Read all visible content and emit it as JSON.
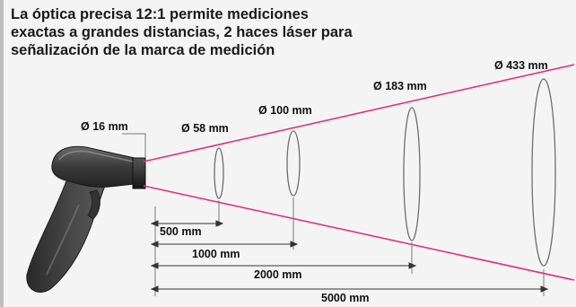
{
  "headline": {
    "lines": [
      "La óptica precisa 12:1 permite mediciones",
      "exactas a grandes distancias, 2 haces láser para",
      "señalización de la marca de medición"
    ]
  },
  "optics": {
    "ratio": "12:1",
    "spot_labels": [
      "Ø 16 mm",
      "Ø 58 mm",
      "Ø 100 mm",
      "Ø 183 mm",
      "Ø 433 mm"
    ],
    "distance_labels": [
      "500 mm",
      "1000 mm",
      "2000 mm",
      "5000 mm"
    ]
  },
  "colors": {
    "laser": "#e0347a",
    "device_body": "#3a3a3a",
    "background": "#f4f4f4",
    "ellipse": "#6e6e6e"
  }
}
